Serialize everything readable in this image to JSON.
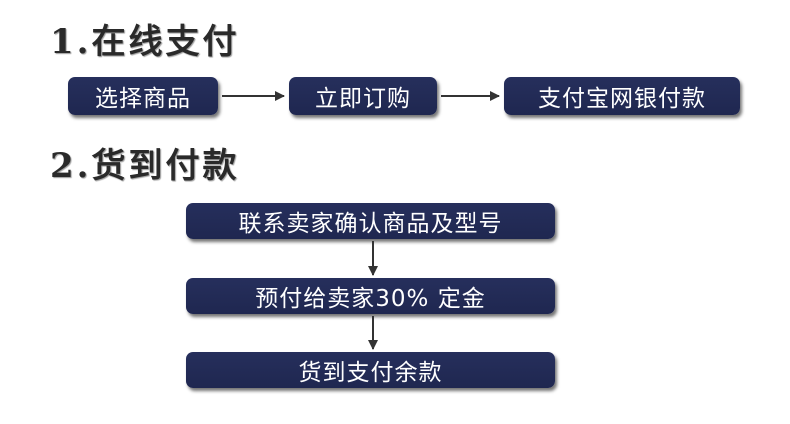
{
  "colors": {
    "box_fill": "#232b56",
    "box_text": "#ffffff",
    "heading_text": "#2a2a2a",
    "arrow": "#333333"
  },
  "section1": {
    "title": "1.在线支付",
    "steps": [
      "选择商品",
      "立即订购",
      "支付宝网银付款"
    ]
  },
  "section2": {
    "title": "2.货到付款",
    "steps": [
      "联系卖家确认商品及型号",
      "预付给卖家30% 定金",
      "货到支付余款"
    ]
  }
}
